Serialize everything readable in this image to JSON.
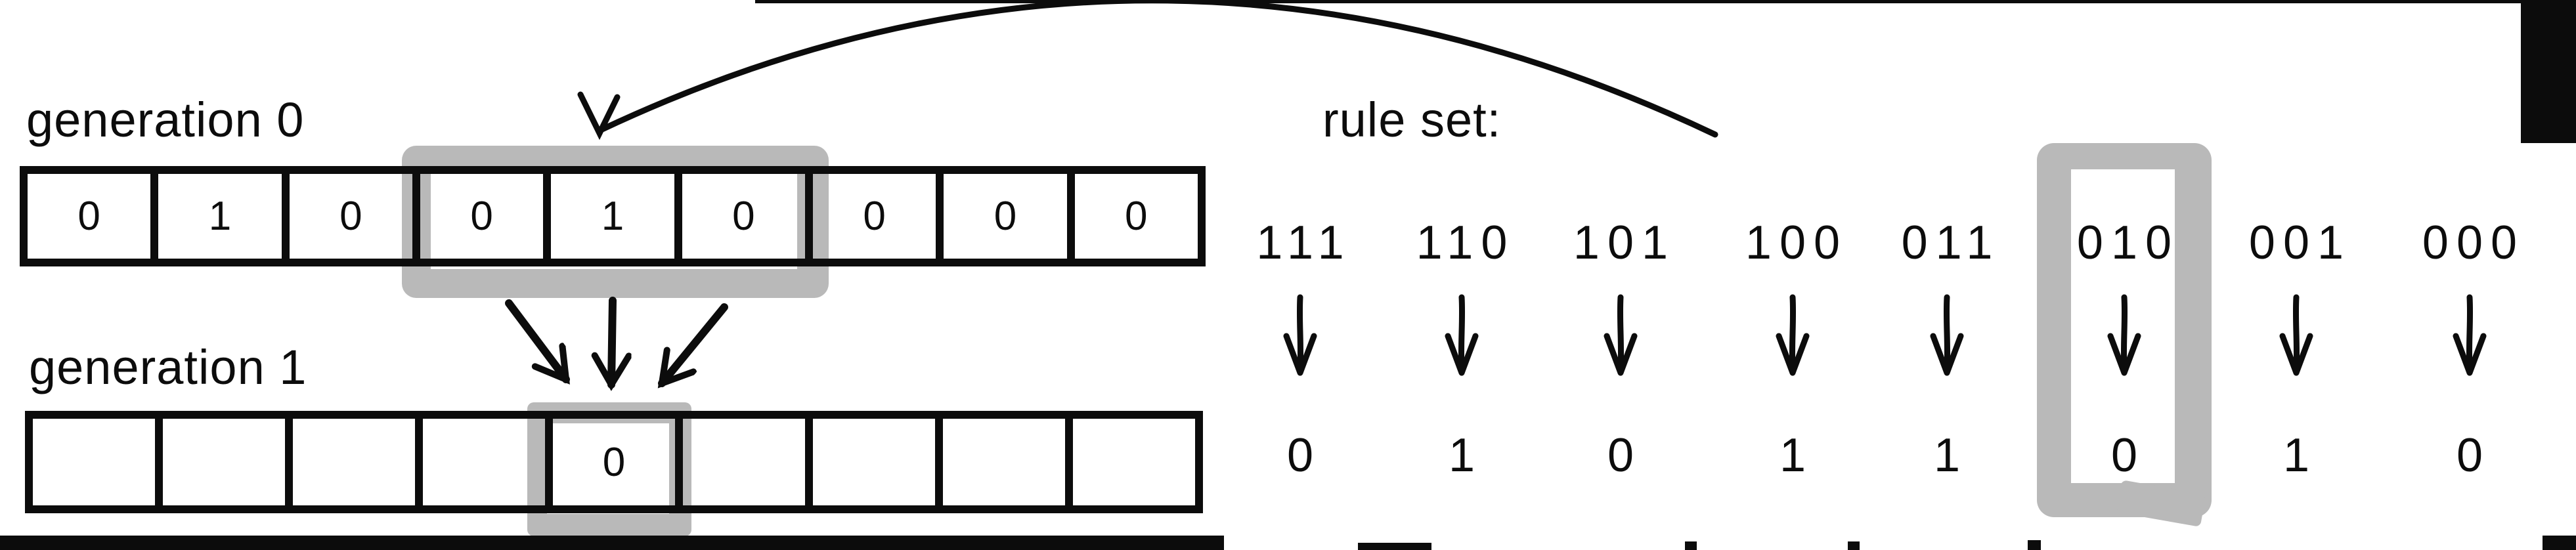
{
  "title": "Elementary cellular automaton rule diagram",
  "labels": {
    "generation0": "generation 0",
    "generation1": "generation 1",
    "rule_set": "rule set:"
  },
  "generation0": {
    "cells": [
      "0",
      "1",
      "0",
      "0",
      "1",
      "0",
      "0",
      "0",
      "0"
    ],
    "highlighted_cells": [
      3,
      4,
      5
    ]
  },
  "generation1": {
    "cells": [
      "",
      "",
      "",
      "",
      "0",
      "",
      "",
      "",
      ""
    ],
    "highlighted_cell": 4
  },
  "rule_set": {
    "rules": [
      {
        "pattern": "111",
        "output": "0"
      },
      {
        "pattern": "110",
        "output": "1"
      },
      {
        "pattern": "101",
        "output": "0"
      },
      {
        "pattern": "100",
        "output": "1"
      },
      {
        "pattern": "011",
        "output": "1"
      },
      {
        "pattern": "010",
        "output": "0"
      },
      {
        "pattern": "001",
        "output": "1"
      },
      {
        "pattern": "000",
        "output": "0"
      }
    ],
    "highlighted_rule": "010"
  },
  "colors": {
    "ink": "#0c0c0c",
    "highlight_gray": "#b9b9b9",
    "background": "#ffffff"
  }
}
